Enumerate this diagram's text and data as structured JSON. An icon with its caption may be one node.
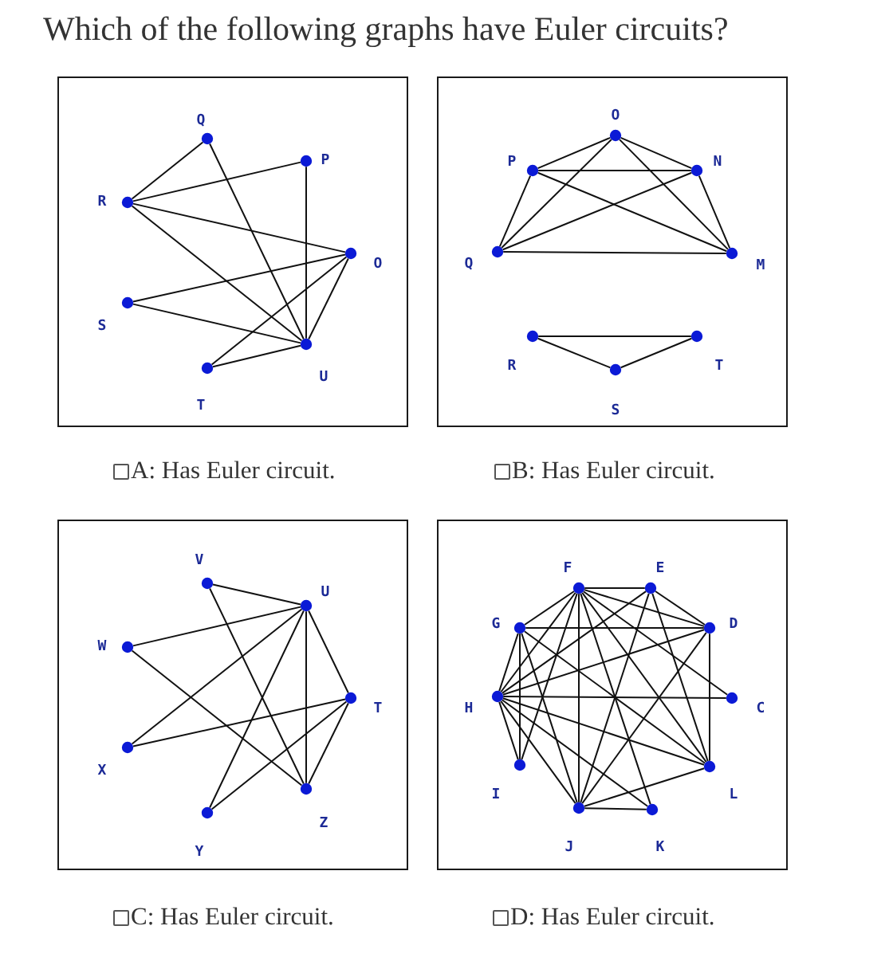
{
  "diagram": {
    "title": "Which of the following graphs have Euler circuits?",
    "nodes": [
      {
        "text": [],
        "shape": "box",
        "beside": [
          "A: Has Euler circuit."
        ]
      },
      {
        "text": [],
        "shape": "circle",
        "beside": [
          "Q"
        ],
        "in": 0
      },
      {
        "text": [],
        "shape": "circle",
        "beside": [
          "P"
        ],
        "in": 0
      },
      {
        "text": [],
        "shape": "circle",
        "beside": [
          "R"
        ],
        "in": 0
      },
      {
        "text": [],
        "shape": "circle",
        "beside": [
          "O"
        ],
        "in": 0
      },
      {
        "text": [],
        "shape": "circle",
        "beside": [
          "S"
        ],
        "in": 0
      },
      {
        "text": [],
        "shape": "circle",
        "beside": [
          "U"
        ],
        "in": 0
      },
      {
        "text": [],
        "shape": "circle",
        "beside": [
          "T"
        ],
        "in": 0
      },
      {
        "text": [],
        "shape": "box",
        "beside": [
          "B: Has Euler circuit."
        ]
      },
      {
        "text": [],
        "shape": "circle",
        "beside": [
          "O"
        ],
        "in": 8
      },
      {
        "text": [],
        "shape": "circle",
        "beside": [
          "P"
        ],
        "in": 8
      },
      {
        "text": [],
        "shape": "circle",
        "beside": [
          "N"
        ],
        "in": 8
      },
      {
        "text": [],
        "shape": "circle",
        "beside": [
          "Q"
        ],
        "in": 8
      },
      {
        "text": [],
        "shape": "circle",
        "beside": [
          "M"
        ],
        "in": 8
      },
      {
        "text": [],
        "shape": "circle",
        "beside": [
          "R"
        ],
        "in": 8
      },
      {
        "text": [],
        "shape": "circle",
        "beside": [
          "T"
        ],
        "in": 8
      },
      {
        "text": [],
        "shape": "circle",
        "beside": [
          "S"
        ],
        "in": 8
      },
      {
        "text": [],
        "shape": "box",
        "beside": [
          "C: Has Euler circuit."
        ]
      },
      {
        "text": [],
        "shape": "circle",
        "beside": [
          "V"
        ],
        "in": 17
      },
      {
        "text": [],
        "shape": "circle",
        "beside": [
          "U"
        ],
        "in": 17
      },
      {
        "text": [],
        "shape": "circle",
        "beside": [
          "W"
        ],
        "in": 17
      },
      {
        "text": [],
        "shape": "circle",
        "beside": [
          "T"
        ],
        "in": 17
      },
      {
        "text": [],
        "shape": "circle",
        "beside": [
          "X"
        ],
        "in": 17
      },
      {
        "text": [],
        "shape": "circle",
        "beside": [
          "Z"
        ],
        "in": 17
      },
      {
        "text": [],
        "shape": "circle",
        "beside": [
          "Y"
        ],
        "in": 17
      },
      {
        "text": [],
        "shape": "box",
        "beside": [
          "D: Has Euler circuit."
        ]
      },
      {
        "text": [],
        "shape": "circle",
        "beside": [
          "F"
        ],
        "in": 25
      },
      {
        "text": [],
        "shape": "circle",
        "beside": [
          "E"
        ],
        "in": 25
      },
      {
        "text": [],
        "shape": "circle",
        "beside": [
          "G"
        ],
        "in": 25
      },
      {
        "text": [],
        "shape": "circle",
        "beside": [
          "D"
        ],
        "in": 25
      },
      {
        "text": [],
        "shape": "circle",
        "beside": [
          "H"
        ],
        "in": 25
      },
      {
        "text": [],
        "shape": "circle",
        "beside": [
          "C"
        ],
        "in": 25
      },
      {
        "text": [],
        "shape": "circle",
        "beside": [
          "I"
        ],
        "in": 25
      },
      {
        "text": [],
        "shape": "circle",
        "beside": [
          "L"
        ],
        "in": 25
      },
      {
        "text": [],
        "shape": "circle",
        "beside": [
          "J"
        ],
        "in": 25
      },
      {
        "text": [],
        "shape": "circle",
        "beside": [
          "K"
        ],
        "in": 25
      }
    ],
    "edges": [
      {
        "from": 3,
        "to": 1,
        "arrow": "none"
      },
      {
        "from": 1,
        "to": 6,
        "arrow": "none"
      },
      {
        "from": 3,
        "to": 2,
        "arrow": "none"
      },
      {
        "from": 2,
        "to": 6,
        "arrow": "none"
      },
      {
        "from": 3,
        "to": 4,
        "arrow": "none"
      },
      {
        "from": 3,
        "to": 6,
        "arrow": "none"
      },
      {
        "from": 5,
        "to": 4,
        "arrow": "none"
      },
      {
        "from": 7,
        "to": 4,
        "arrow": "none"
      },
      {
        "from": 4,
        "to": 6,
        "arrow": "none"
      },
      {
        "from": 5,
        "to": 6,
        "arrow": "none"
      },
      {
        "from": 7,
        "to": 6,
        "arrow": "none"
      },
      {
        "from": 9,
        "to": 10,
        "arrow": "none"
      },
      {
        "from": 9,
        "to": 11,
        "arrow": "none"
      },
      {
        "from": 9,
        "to": 12,
        "arrow": "none"
      },
      {
        "from": 9,
        "to": 13,
        "arrow": "none"
      },
      {
        "from": 10,
        "to": 11,
        "arrow": "none"
      },
      {
        "from": 10,
        "to": 12,
        "arrow": "none"
      },
      {
        "from": 10,
        "to": 13,
        "arrow": "none"
      },
      {
        "from": 11,
        "to": 12,
        "arrow": "none"
      },
      {
        "from": 11,
        "to": 13,
        "arrow": "none"
      },
      {
        "from": 12,
        "to": 13,
        "arrow": "none"
      },
      {
        "from": 14,
        "to": 15,
        "arrow": "none"
      },
      {
        "from": 14,
        "to": 16,
        "arrow": "none"
      },
      {
        "from": 16,
        "to": 15,
        "arrow": "none"
      },
      {
        "from": 18,
        "to": 19,
        "arrow": "none"
      },
      {
        "from": 18,
        "to": 23,
        "arrow": "none"
      },
      {
        "from": 20,
        "to": 19,
        "arrow": "none"
      },
      {
        "from": 20,
        "to": 23,
        "arrow": "none"
      },
      {
        "from": 22,
        "to": 19,
        "arrow": "none"
      },
      {
        "from": 22,
        "to": 21,
        "arrow": "none"
      },
      {
        "from": 19,
        "to": 21,
        "arrow": "none"
      },
      {
        "from": 19,
        "to": 23,
        "arrow": "none"
      },
      {
        "from": 19,
        "to": 24,
        "arrow": "none"
      },
      {
        "from": 21,
        "to": 23,
        "arrow": "none"
      },
      {
        "from": 21,
        "to": 24,
        "arrow": "none"
      },
      {
        "from": 26,
        "to": 27,
        "arrow": "none"
      },
      {
        "from": 26,
        "to": 28,
        "arrow": "none"
      },
      {
        "from": 26,
        "to": 30,
        "arrow": "none"
      },
      {
        "from": 26,
        "to": 34,
        "arrow": "none"
      },
      {
        "from": 26,
        "to": 35,
        "arrow": "none"
      },
      {
        "from": 26,
        "to": 33,
        "arrow": "none"
      },
      {
        "from": 26,
        "to": 29,
        "arrow": "none"
      },
      {
        "from": 26,
        "to": 31,
        "arrow": "none"
      },
      {
        "from": 26,
        "to": 32,
        "arrow": "none"
      },
      {
        "from": 27,
        "to": 29,
        "arrow": "none"
      },
      {
        "from": 27,
        "to": 30,
        "arrow": "none"
      },
      {
        "from": 27,
        "to": 34,
        "arrow": "none"
      },
      {
        "from": 27,
        "to": 33,
        "arrow": "none"
      },
      {
        "from": 28,
        "to": 29,
        "arrow": "none"
      },
      {
        "from": 28,
        "to": 30,
        "arrow": "none"
      },
      {
        "from": 28,
        "to": 32,
        "arrow": "none"
      },
      {
        "from": 28,
        "to": 33,
        "arrow": "none"
      },
      {
        "from": 28,
        "to": 34,
        "arrow": "none"
      },
      {
        "from": 30,
        "to": 29,
        "arrow": "none"
      },
      {
        "from": 30,
        "to": 31,
        "arrow": "none"
      },
      {
        "from": 30,
        "to": 32,
        "arrow": "none"
      },
      {
        "from": 30,
        "to": 34,
        "arrow": "none"
      },
      {
        "from": 30,
        "to": 35,
        "arrow": "none"
      },
      {
        "from": 30,
        "to": 33,
        "arrow": "none"
      },
      {
        "from": 29,
        "to": 33,
        "arrow": "none"
      },
      {
        "from": 29,
        "to": 34,
        "arrow": "none"
      },
      {
        "from": 34,
        "to": 35,
        "arrow": "none"
      },
      {
        "from": 34,
        "to": 33,
        "arrow": "none"
      }
    ]
  }
}
